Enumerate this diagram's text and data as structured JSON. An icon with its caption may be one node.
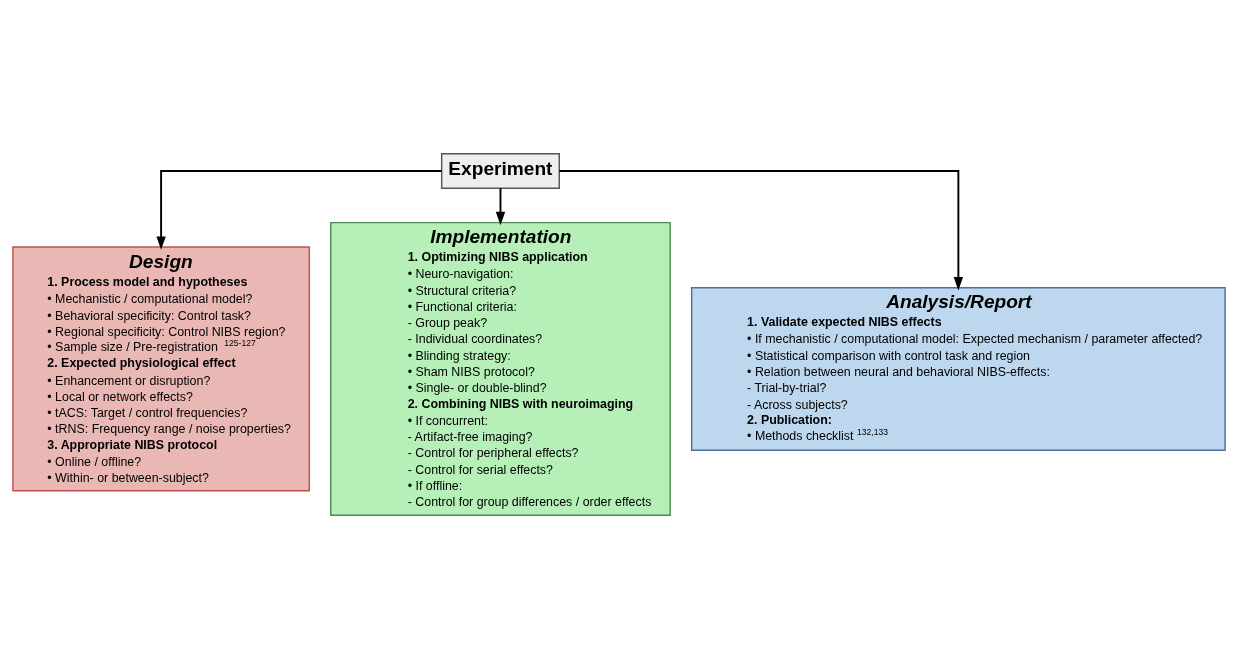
{
  "diagram": {
    "nodes": [
      {
        "text": [
          "Experiment"
        ]
      },
      {
        "text": [
          "Design",
          "1. Process model and hypotheses",
          "• Mechanistic / computational model?",
          "• Behavioral specificity: Control task?",
          "• Regional specificity: Control NIBS region?",
          "• Sample size / Pre-registration$^{125-127}$",
          "2. Expected physiological effect",
          "• Enhancement or disruption?",
          "• Local or network effects?",
          "• tACS: Target / control frequencies?",
          "• tRNS: Frequency range / noise properties?",
          "3. Appropriate NIBS protocol",
          "• Online / offline?",
          "• Within- or between-subject?"
        ]
      },
      {
        "text": [
          "Implementation",
          "1. Optimizing NIBS application",
          "• Neuro-navigation:",
          "• Structural criteria?",
          "• Functional criteria:",
          "- Group peak?",
          "- Individual coordinates?",
          "• Blinding strategy:",
          "• Sham NIBS protocol?",
          "• Single- or double-blind?",
          "2. Combining NIBS with neuroimaging",
          "• If concurrent:",
          "- Artifact-free imaging?",
          "- Control for peripheral effects?",
          "- Control for serial effects?",
          "• If offline:",
          "- Control for group differences / order effects"
        ]
      },
      {
        "text": [
          "Analysis/Report",
          "1. Validate expected NIBS effects",
          "• If mechanistic / computational model: Expected mechanism / parameter affected?",
          "• Statistical comparison with control task and region",
          "• Relation between neural and behavioral NIBS-effects:",
          "- Trial-by-trial?",
          "- Across subjects?",
          "2. Publication:",
          "• Methods checklist$^{132,133}$"
        ]
      }
    ],
    "edges": [
      {
        "from": 0,
        "to": 1,
        "arrow": "to"
      },
      {
        "from": 0,
        "to": 2,
        "arrow": "to"
      },
      {
        "from": 0,
        "to": 3,
        "arrow": "to"
      }
    ]
  }
}
